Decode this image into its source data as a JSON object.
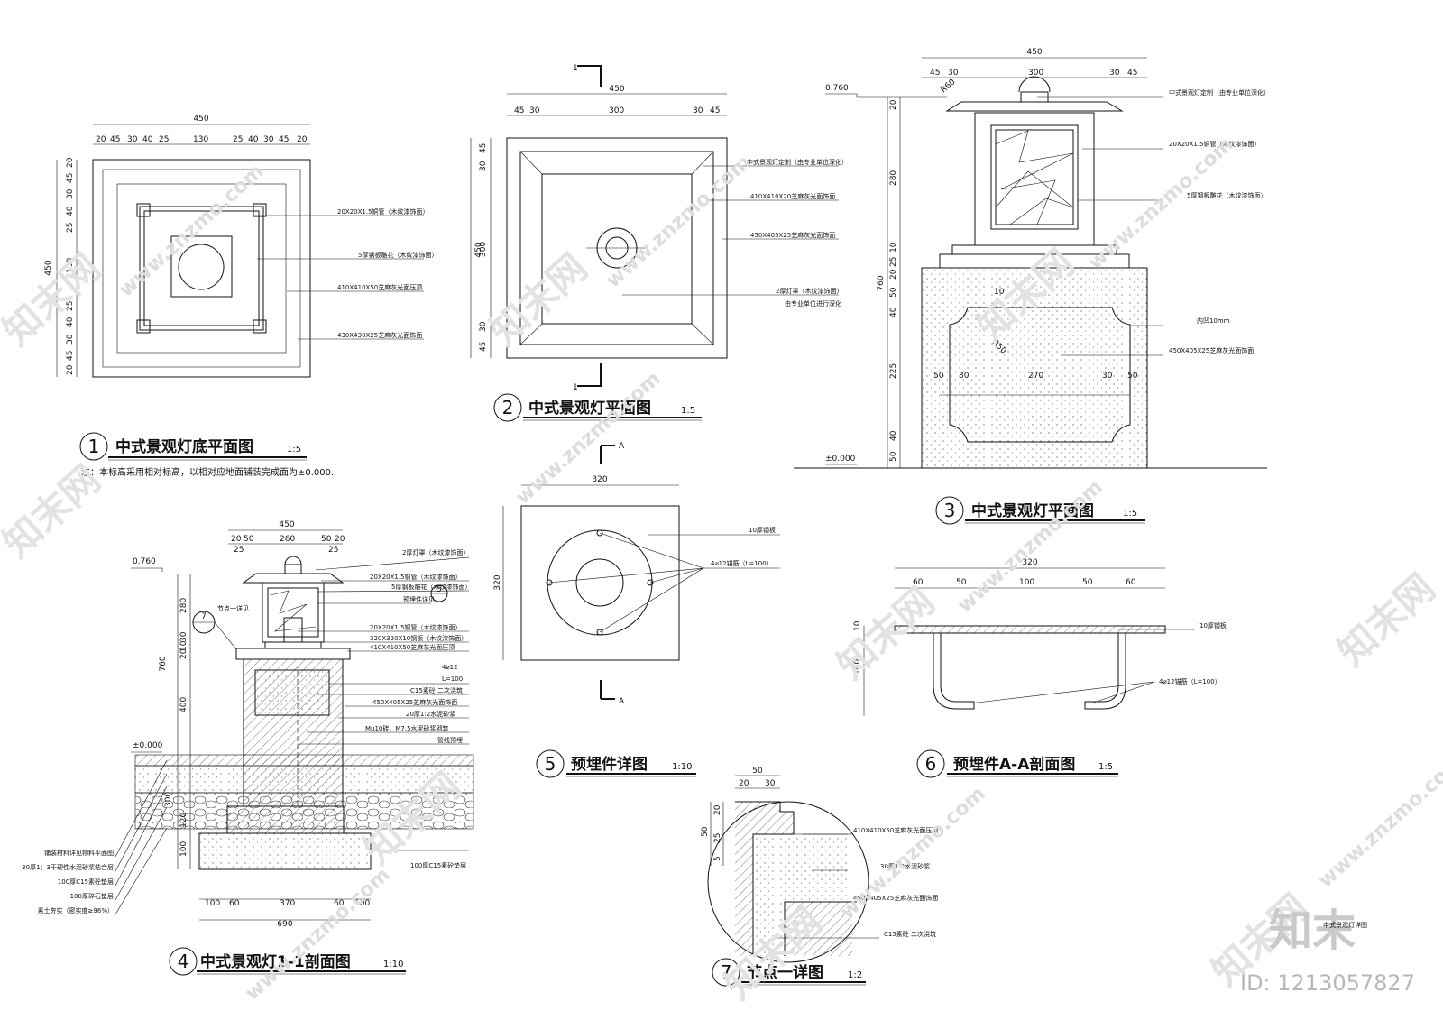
{
  "sheet": {
    "note": "注：本标高采用相对标高，以相对应地面铺装完成面为±0.000.",
    "brand": "知末",
    "id_text": "ID: 1213057827",
    "corner_label": "中式景观灯详图",
    "watermark_url": "www.znzmo.com",
    "watermark_cn": "知末网"
  },
  "views": {
    "v1": {
      "num": "1",
      "title": "中式景观灯底平面图",
      "scale": "1:5",
      "dims_top": [
        "450",
        "20",
        "45",
        "30",
        "40",
        "25",
        "130",
        "25",
        "40",
        "30",
        "45",
        "20"
      ],
      "dims_left": [
        "450",
        "20",
        "45",
        "30",
        "40",
        "25",
        "130",
        "25",
        "40",
        "30",
        "45",
        "20"
      ],
      "labels": [
        "20X20X1.5铜管（木纹漆饰面）",
        "5厚钢板雕花（木纹漆饰面）",
        "410X410X50芝麻灰光面压顶",
        "430X430X25芝麻灰光面饰面"
      ]
    },
    "v2": {
      "num": "2",
      "title": "中式景观灯平面图",
      "scale": "1:5",
      "section_mark": "1",
      "dims_top": [
        "450",
        "45",
        "30",
        "300",
        "30",
        "45"
      ],
      "dims_left": [
        "450",
        "45",
        "30",
        "300",
        "30",
        "45"
      ],
      "labels": [
        "中式景观灯定制（由专业单位深化）",
        "410X410X20芝麻灰光面饰面",
        "450X405X25芝麻灰光面饰面",
        "2厚灯罩（木纹漆饰面）",
        "由专业单位进行深化"
      ]
    },
    "v3": {
      "num": "3",
      "title": "中式景观灯平面图",
      "scale": "1:5",
      "elev_top": "0.760",
      "elev_base": "±0.000",
      "dims_top": [
        "450",
        "45",
        "30",
        "300",
        "30",
        "45"
      ],
      "dims_left": [
        "760",
        "20",
        "280",
        "10",
        "25",
        "20",
        "50",
        "40",
        "225",
        "40",
        "50"
      ],
      "dims_mid": [
        "50",
        "30",
        "270",
        "30",
        "50"
      ],
      "radius": [
        "R60",
        "R50"
      ],
      "ten": "10",
      "labels": [
        "中式景观灯定制（由专业单位深化）",
        "20X20X1.5铜管（木纹漆饰面）",
        "5厚钢板雕花（木纹漆饰面）",
        "内凹10mm",
        "450X405X25芝麻灰光面饰面"
      ]
    },
    "v4": {
      "num": "4",
      "title": "中式景观灯1-1剖面图",
      "scale": "1:10",
      "elev_top": "0.760",
      "elev_base": "±0.000",
      "dims_top": [
        "450",
        "20",
        "50",
        "260",
        "50",
        "20",
        "25",
        "25"
      ],
      "dims_left": [
        "760",
        "280",
        "30",
        "10",
        "20",
        "400",
        "300",
        "120",
        "100"
      ],
      "dims_bottom": [
        "100",
        "60",
        "370",
        "60",
        "100",
        "690"
      ],
      "callout_num": "7",
      "callout_text": "节点一详见",
      "callout5": "5",
      "labels": [
        "2厚灯罩（木纹漆饰面）",
        "20X20X1.5铜管（木纹漆饰面）",
        "5厚钢板雕花（木纹漆饰面）",
        "预埋件详见",
        "20X20X1.5铜管（木纹漆饰面）",
        "320X320X10钢板（木纹漆饰面）",
        "410X410X50芝麻灰光面压顶",
        "4⌀12",
        "L=100",
        "C15素砼 二次浇筑",
        "450X405X25芝麻灰光面饰面",
        "20厚1:2水泥砂浆",
        "Mu10砖，M7.5水泥砂浆砌筑",
        "管线预埋",
        "100厚C15素砼垫层"
      ],
      "left_labels": [
        "铺装材料详见物料平面图",
        "30厚1：3干硬性水泥砂浆结合层",
        "100厚C15素砼垫层",
        "100厚碎石垫层",
        "素土夯实（密实度≥96%）"
      ]
    },
    "v5": {
      "num": "5",
      "title": "预埋件详图",
      "scale": "1:10",
      "section_mark": "A",
      "dims_top": [
        "320"
      ],
      "dims_left": [
        "320"
      ],
      "labels": [
        "10厚钢板",
        "4⌀12锚筋（L=100）"
      ]
    },
    "v6": {
      "num": "6",
      "title": "预埋件A-A剖面图",
      "scale": "1:5",
      "dims_top": [
        "320",
        "60",
        "50",
        "100",
        "50",
        "60"
      ],
      "dims_left": [
        "10",
        "100"
      ],
      "labels": [
        "10厚钢板",
        "4⌀12锚筋（L=100）"
      ]
    },
    "v7": {
      "num": "7",
      "title": "节点一详图",
      "scale": "1:2",
      "dims_top": [
        "50",
        "20",
        "30"
      ],
      "dims_left": [
        "20",
        "50",
        "25",
        "5"
      ],
      "labels": [
        "410X410X50芝麻灰光面压顶",
        "30厚1:2水泥砂浆",
        "450X405X25芝麻灰光面饰面",
        "C15素砼 二次浇筑"
      ]
    }
  }
}
